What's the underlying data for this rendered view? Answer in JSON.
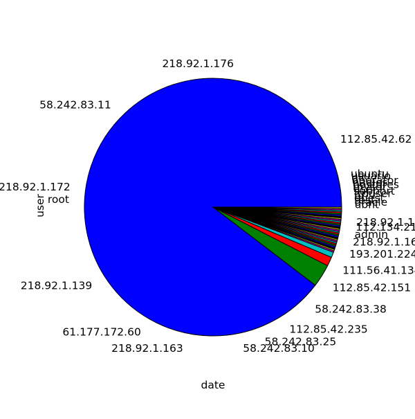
{
  "chart_data": {
    "type": "pie",
    "xlabel": "date",
    "ylabel": "user",
    "labels": [
      "218.92.1.176",
      "58.242.83.11",
      "root",
      "218.92.1.172",
      "218.92.1.139",
      "61.177.172.60",
      "218.92.1.163",
      "58.242.83.10",
      "58.242.83.25",
      "112.85.42.235",
      "58.242.83.38",
      "112.85.42.151",
      "111.56.41.134",
      "193.201.224",
      "218.92.1.16",
      "admin",
      "112.134.21",
      "218.92.1.1",
      "ubnt",
      "oracle",
      "test",
      "guest",
      "pi",
      "ftpuser",
      "support",
      "user",
      "mysql",
      "postgres",
      "nagios",
      "operator",
      "git",
      "usuario",
      "ubuntu",
      "112.85.42.62"
    ],
    "values": [
      94.2,
      3.0,
      1.2,
      0.7,
      0.2,
      0.2,
      0.2,
      0.2,
      0.2,
      0.2,
      0.2,
      0.2,
      0.2,
      0.2,
      0.2,
      0.2,
      0.2,
      0.2,
      0.2,
      0.2,
      0.2,
      0.2,
      0.2,
      0.2,
      0.2,
      0.2,
      0.2,
      0.2,
      0.2,
      0.2,
      0.2,
      0.2,
      0.2,
      0.2
    ],
    "series_colors": [
      "#0000ff",
      "#008000",
      "#ff0000",
      "#00bfbf",
      "#bf00bf",
      "#bfbf00",
      "#000000"
    ],
    "outline_color": "#000000",
    "start_angle_deg": 0,
    "direction": "counterclockwise"
  },
  "placed_labels": [
    {
      "text": "218.92.1.176",
      "value_pos": 0
    },
    {
      "text": "58.242.83.11",
      "value_pos": 1
    },
    {
      "text": "root",
      "value_pos": 2
    },
    {
      "text": "218.92.1.172",
      "value_pos": 3
    },
    {
      "text": "218.92.1.139",
      "value_pos": 4
    },
    {
      "text": "61.177.172.60",
      "value_pos": 5
    },
    {
      "text": "218.92.1.163",
      "value_pos": 6
    },
    {
      "text": "58.242.83.10",
      "value_pos": 7
    },
    {
      "text": "58.242.83.25",
      "value_pos": 8
    },
    {
      "text": "112.85.42.235",
      "value_pos": 9
    },
    {
      "text": "58.242.83.38",
      "value_pos": 10
    },
    {
      "text": "112.85.42.151",
      "value_pos": 11
    },
    {
      "text": "111.56.41.134",
      "value_pos": 12
    },
    {
      "text": "193.201.224",
      "value_pos": 13
    },
    {
      "text": "218.92.1.16",
      "value_pos": 14
    },
    {
      "text": "admin",
      "value_pos": 15
    },
    {
      "text": "112.134.21",
      "value_pos": 16
    },
    {
      "text": "218.92.1.1",
      "value_pos": 17
    },
    {
      "text": "112.85.42.62",
      "value_pos": 33
    }
  ]
}
